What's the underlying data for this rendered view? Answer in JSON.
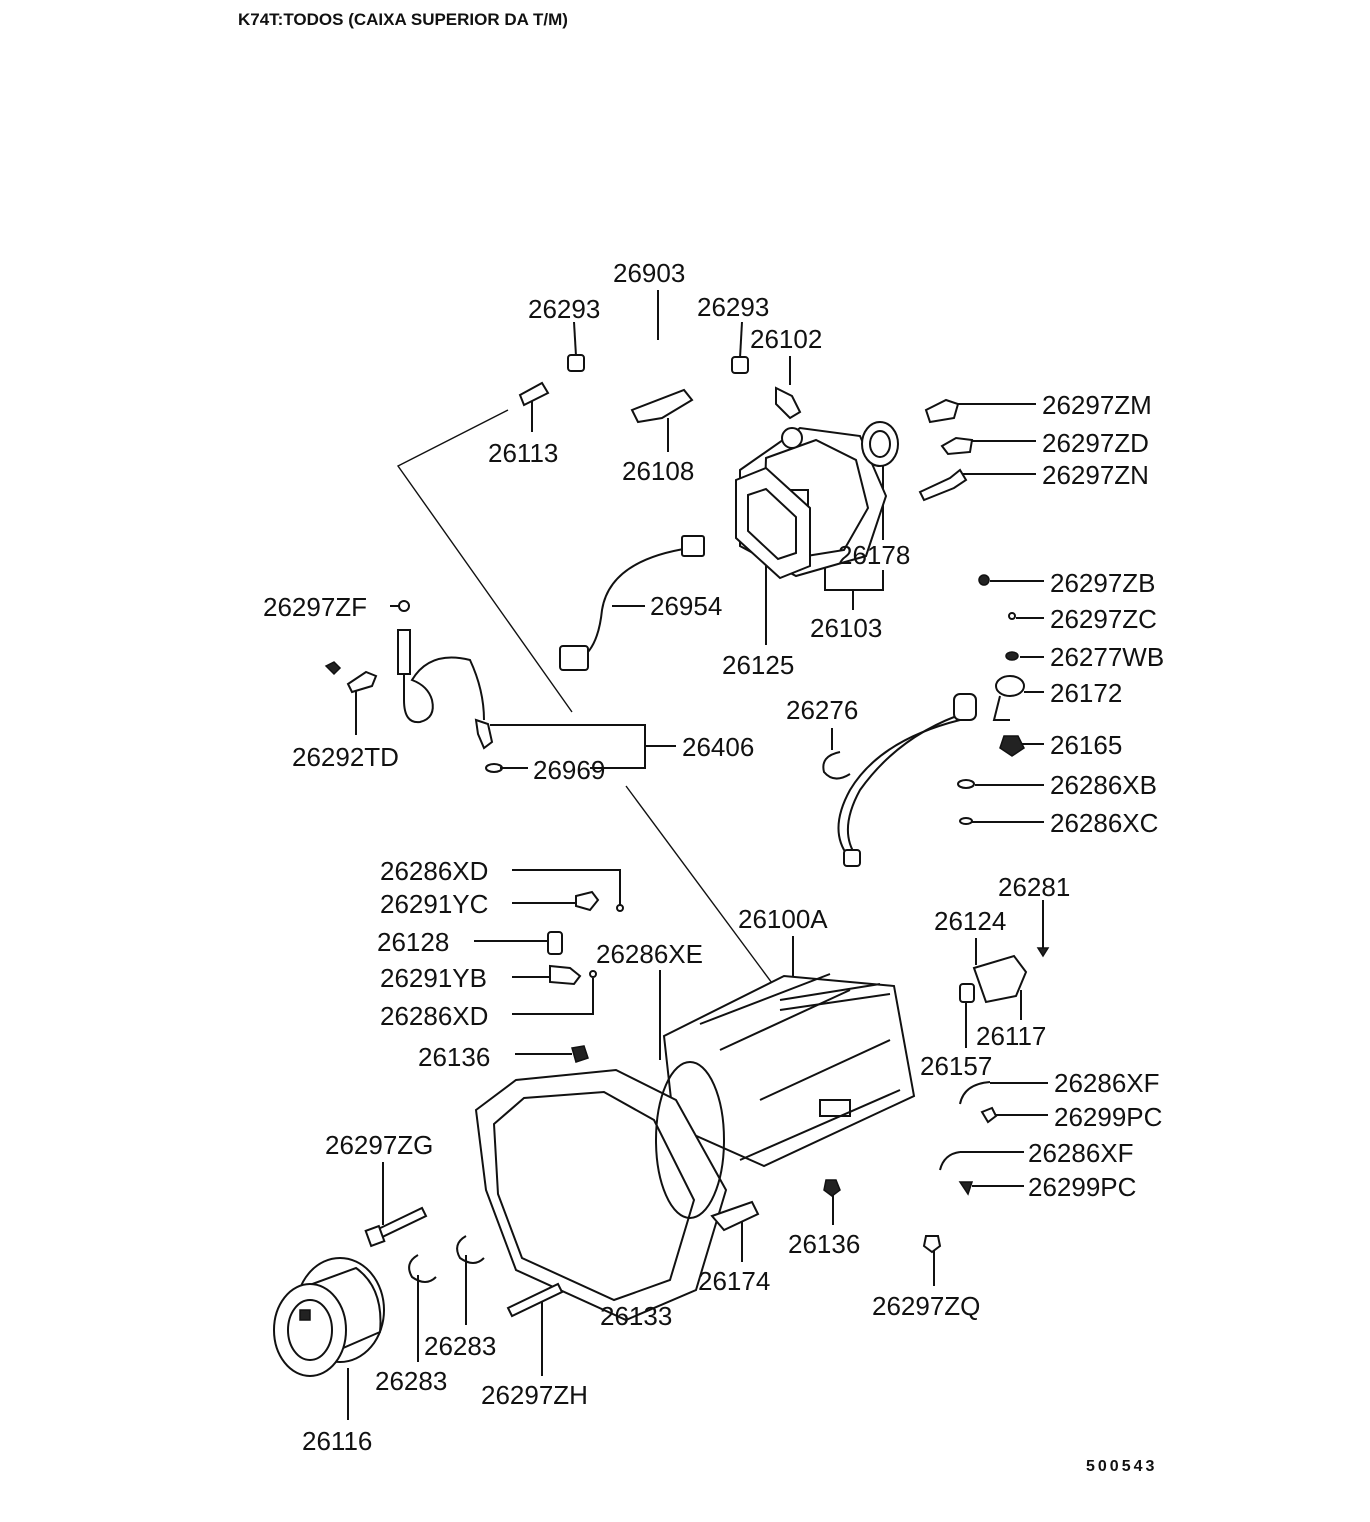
{
  "header": {
    "title": "K74T:TODOS (CAIXA SUPERIOR DA T/M)"
  },
  "footer": {
    "code": "500543"
  },
  "labels": [
    {
      "text": "26903"
    },
    {
      "text": "26293"
    },
    {
      "text": "26293"
    },
    {
      "text": "26102"
    },
    {
      "text": "26297ZM"
    },
    {
      "text": "26297ZD"
    },
    {
      "text": "26297ZN"
    },
    {
      "text": "26113"
    },
    {
      "text": "26108"
    },
    {
      "text": "26178"
    },
    {
      "text": "26103"
    },
    {
      "text": "26125"
    },
    {
      "text": "26954"
    },
    {
      "text": "26297ZB"
    },
    {
      "text": "26297ZC"
    },
    {
      "text": "26277WB"
    },
    {
      "text": "26172"
    },
    {
      "text": "26165"
    },
    {
      "text": "26286XB"
    },
    {
      "text": "26286XC"
    },
    {
      "text": "26297ZF"
    },
    {
      "text": "26292TD"
    },
    {
      "text": "26406"
    },
    {
      "text": "26969"
    },
    {
      "text": "26276"
    },
    {
      "text": "26286XD"
    },
    {
      "text": "26291YC"
    },
    {
      "text": "26128"
    },
    {
      "text": "26291YB"
    },
    {
      "text": "26286XD"
    },
    {
      "text": "26286XE"
    },
    {
      "text": "26136"
    },
    {
      "text": "26100A"
    },
    {
      "text": "26281"
    },
    {
      "text": "26124"
    },
    {
      "text": "26117"
    },
    {
      "text": "26157"
    },
    {
      "text": "26286XF"
    },
    {
      "text": "26299PC"
    },
    {
      "text": "26286XF"
    },
    {
      "text": "26299PC"
    },
    {
      "text": "26297ZG"
    },
    {
      "text": "26136"
    },
    {
      "text": "26174"
    },
    {
      "text": "26133"
    },
    {
      "text": "26297ZQ"
    },
    {
      "text": "26283"
    },
    {
      "text": "26283"
    },
    {
      "text": "26297ZH"
    },
    {
      "text": "26116"
    }
  ]
}
